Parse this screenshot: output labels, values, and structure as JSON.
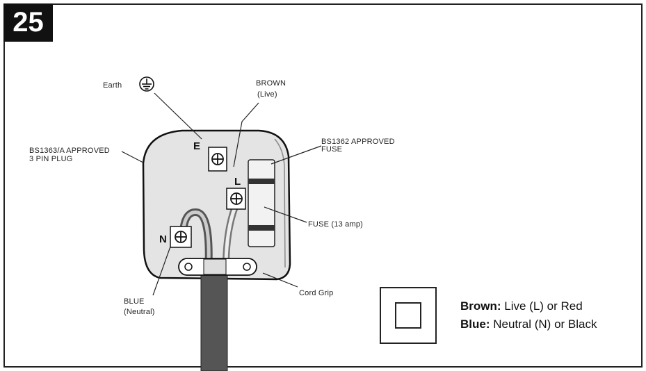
{
  "step_number": "25",
  "labels": {
    "earth": "Earth",
    "brown": "BROWN",
    "live": "(Live)",
    "plug_line1": "BS1363/A APPROVED",
    "plug_line2": "3 PIN PLUG",
    "fuse_approved_line1": "BS1362 APPROVED",
    "fuse_approved_line2": "FUSE",
    "fuse_rating": "FUSE  (13 amp)",
    "blue": "BLUE",
    "neutral": "(Neutral)",
    "cord_grip": "Cord Grip",
    "terminal_e": "E",
    "terminal_l": "L",
    "terminal_n": "N"
  },
  "icons": {
    "earth_symbol": "earth-ground-icon",
    "double_insulation": "double-insulation-icon",
    "terminal_screw": "screw-terminal-icon"
  },
  "legend": {
    "brown_key": "Brown:",
    "brown_value": " Live (L) or Red",
    "blue_key": "Blue:",
    "blue_value": " Neutral (N) or Black"
  }
}
